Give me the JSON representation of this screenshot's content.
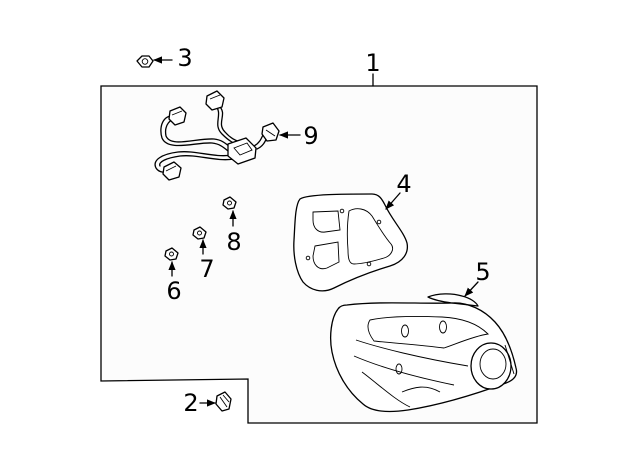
{
  "callouts": {
    "c1": "1",
    "c2": "2",
    "c3": "3",
    "c4": "4",
    "c5": "5",
    "c6": "6",
    "c7": "7",
    "c8": "8",
    "c9": "9"
  },
  "colors": {
    "line": "#000000",
    "panel_fill": "#fcfcfc",
    "background": "#ffffff"
  }
}
